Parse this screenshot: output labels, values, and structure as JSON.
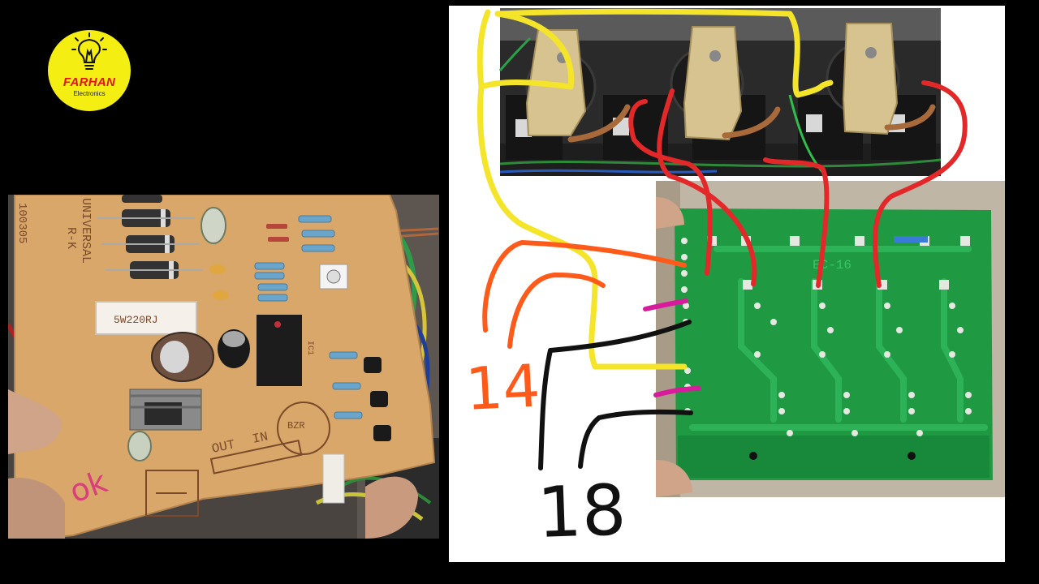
{
  "logo": {
    "title": "FARHAN",
    "subtitle": "Electronics",
    "icon": "lightbulb-icon",
    "colors": {
      "background": "#f5ee12",
      "title": "#e0121a"
    }
  },
  "left_board": {
    "code": "100305",
    "brand_line1": "UNIVERSAL",
    "brand_line2": "R-K",
    "resistor_marking": "5W220RJ",
    "label_out": "OUT",
    "label_in": "IN",
    "label_bzr": "BZR",
    "label_ic": "IC1",
    "handwritten": "ok"
  },
  "right_board": {
    "marking": "EC-16"
  },
  "annotations": {
    "number_orange": "14",
    "number_black": "18",
    "colors": {
      "yellow": "#f5e52a",
      "red": "#e3282a",
      "orange": "#ff5a1a",
      "magenta": "#d81b9c",
      "black": "#111111"
    }
  }
}
